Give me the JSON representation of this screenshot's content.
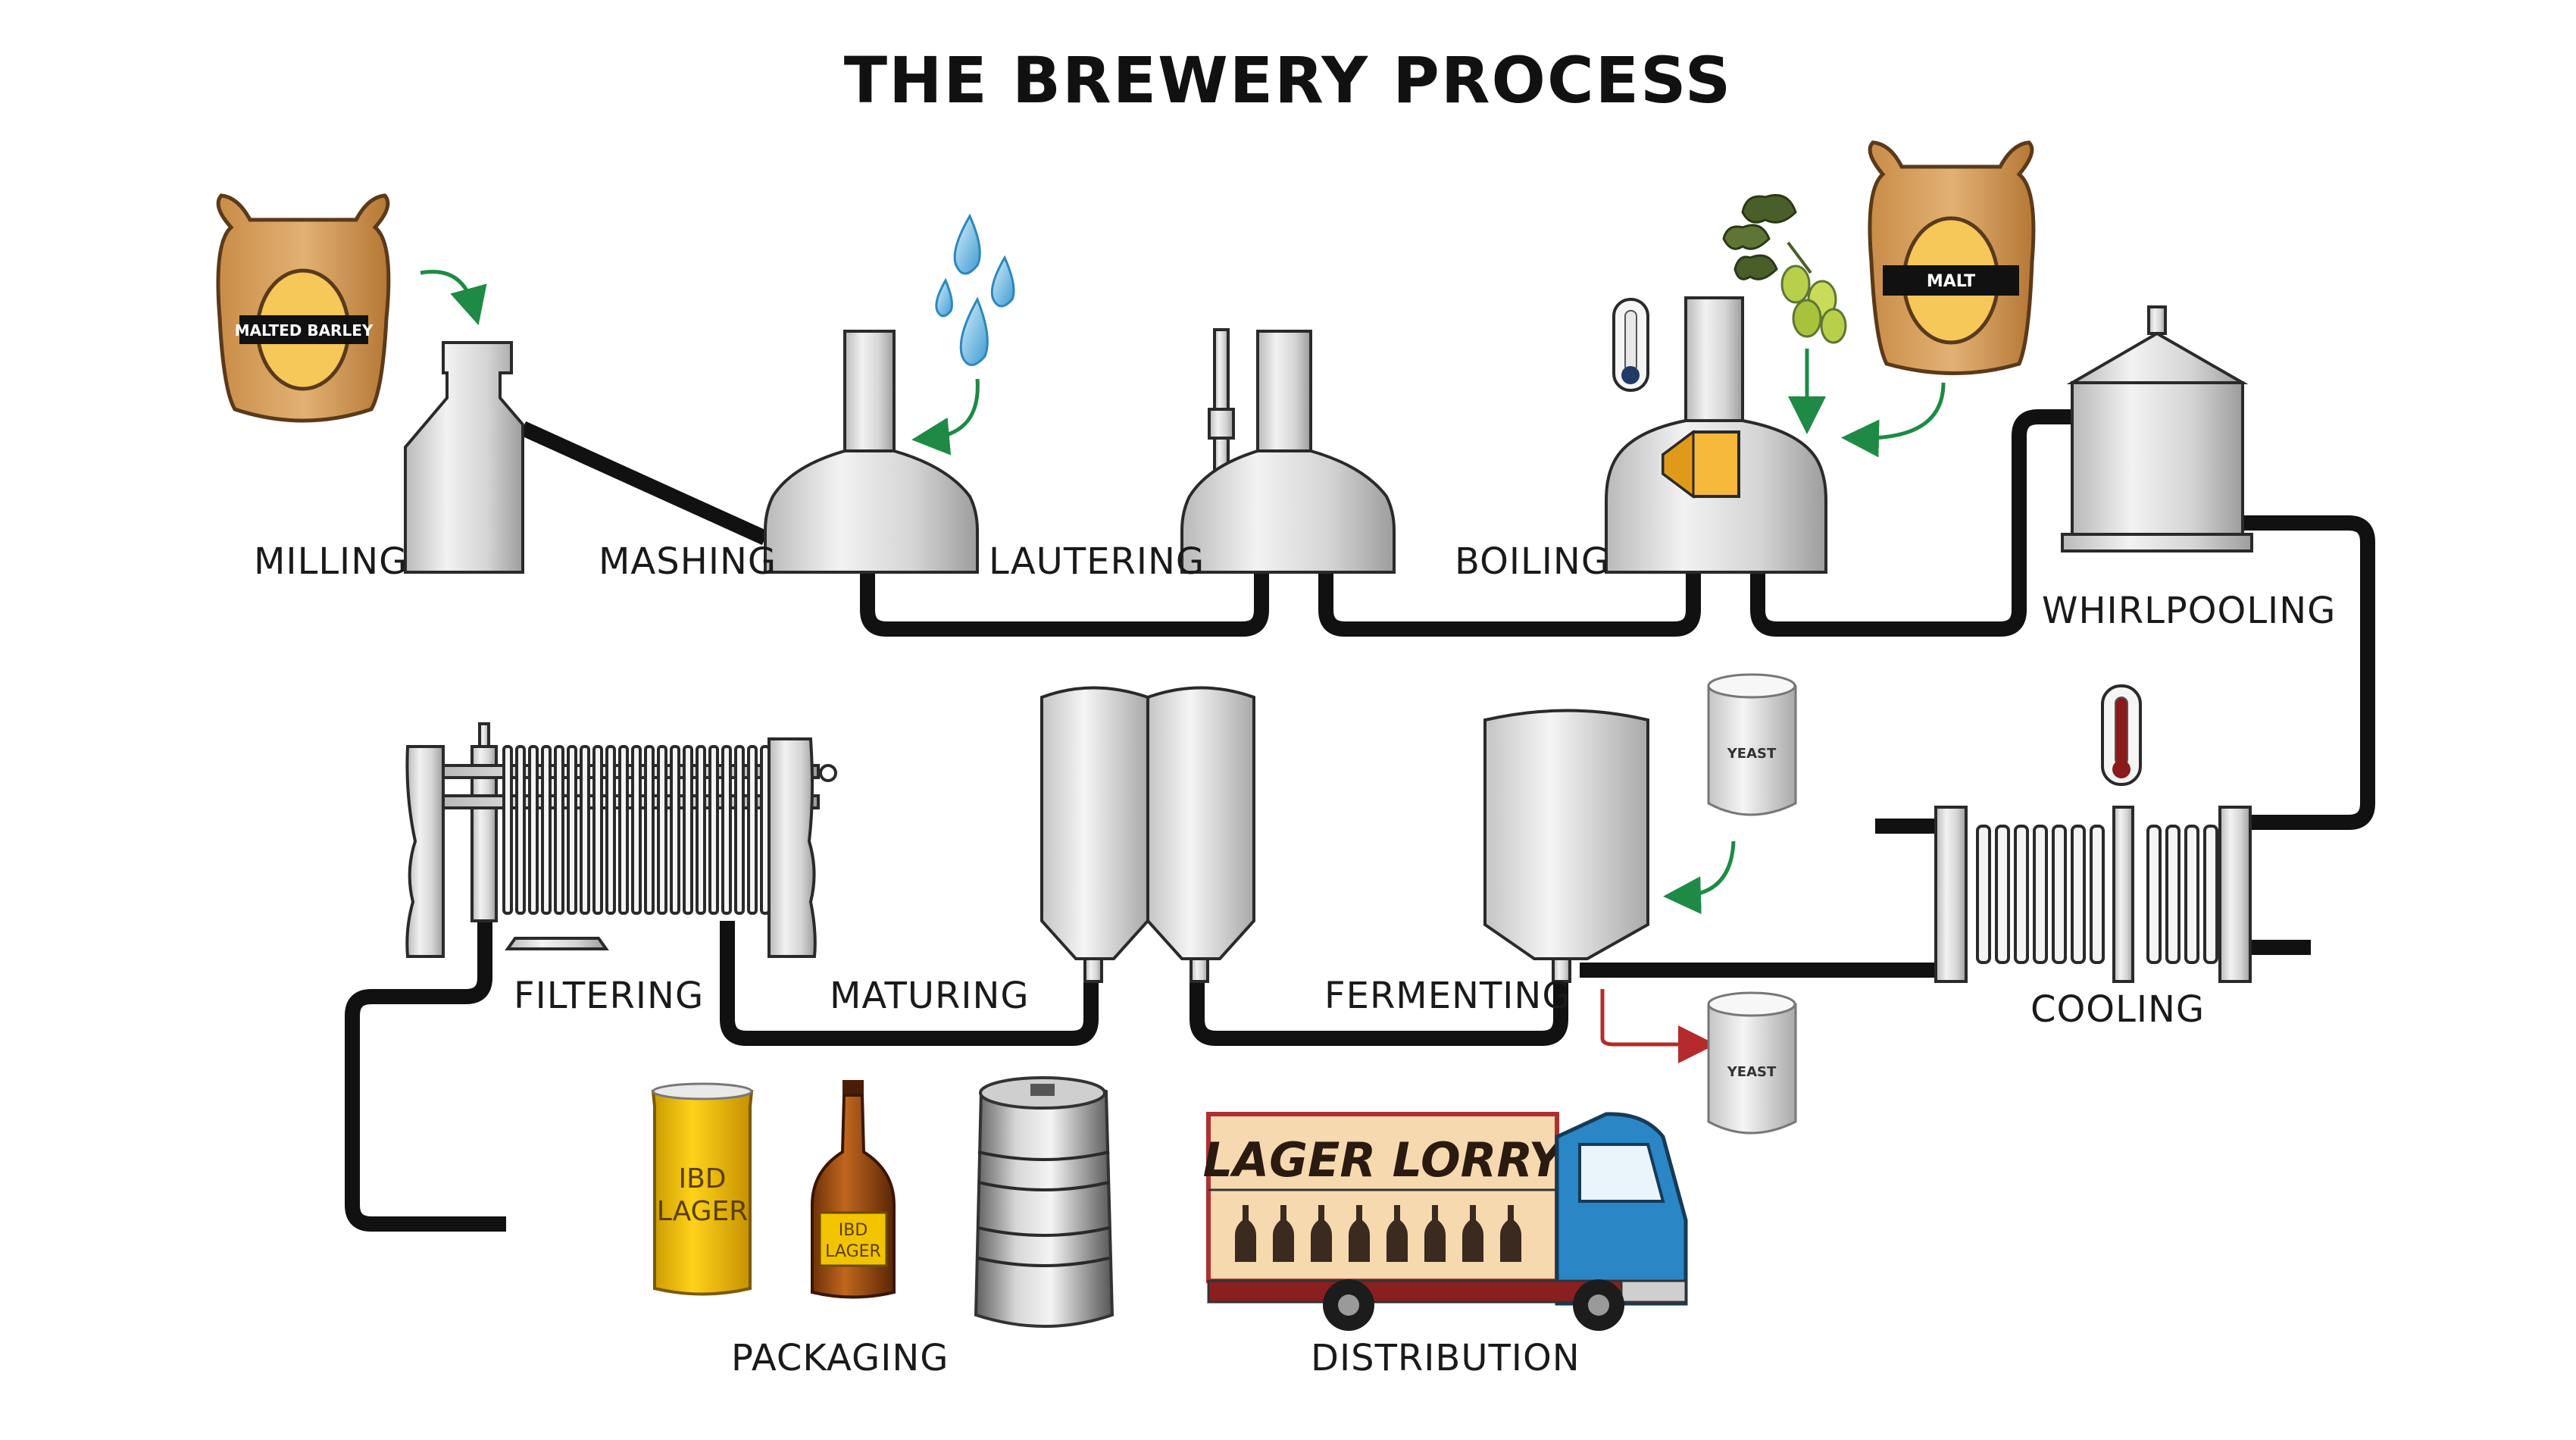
{
  "title": "THE BREWERY PROCESS",
  "steps": {
    "milling": "MILLING",
    "mashing": "MASHING",
    "lautering": "LAUTERING",
    "boiling": "BOILING",
    "whirlpooling": "WHIRLPOOLING",
    "cooling": "COOLING",
    "fermenting": "FERMENTING",
    "maturing": "MATURING",
    "filtering": "FILTERING",
    "packaging": "PACKAGING",
    "distribution": "DISTRIBUTION"
  },
  "ingredients": {
    "barley_sack_label": "MALTED BARLEY",
    "hops_sack_label": "MALT",
    "yeast_in_label": "YEAST",
    "yeast_out_label": "YEAST"
  },
  "products": {
    "can_line1": "IBD",
    "can_line2": "LAGER",
    "bottle_line1": "IBD",
    "bottle_line2": "LAGER",
    "truck_banner": "LAGER LORRY"
  },
  "colors": {
    "pipe": "#111111",
    "arrow_green": "#1e8a45",
    "arrow_red": "#b52a2a",
    "sack": "#d8a15a",
    "can": "#f2c400",
    "bottle": "#a5531a",
    "truck_cab": "#2b86c5",
    "truck_box": "#f7d9b0",
    "window_orange": "#f6b93b",
    "water": "#4aa7d8"
  },
  "icons": [
    "sack-icon",
    "water-drops-icon",
    "hops-icon",
    "thermometer-icon",
    "yeast-container-icon",
    "can-icon",
    "bottle-icon",
    "keg-icon",
    "truck-icon"
  ]
}
